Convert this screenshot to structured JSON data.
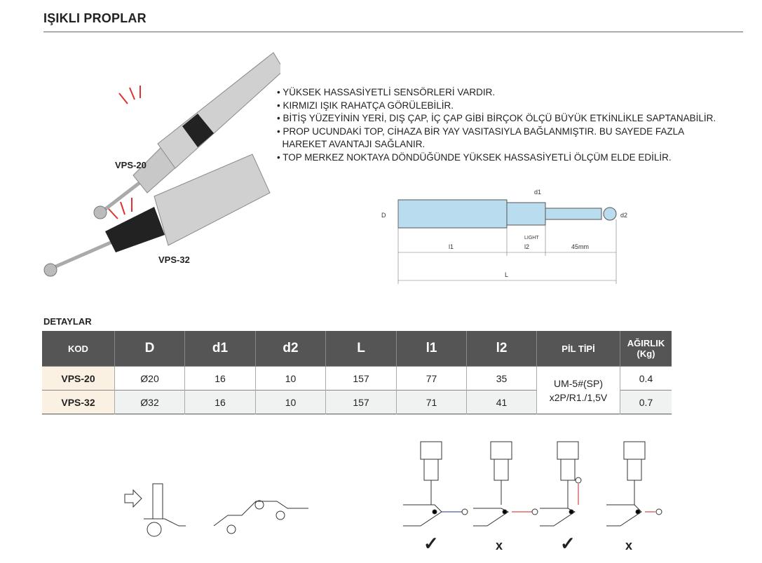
{
  "title": "IŞIKLI PROPLAR",
  "products": [
    {
      "label": "VPS-20"
    },
    {
      "label": "VPS-32"
    }
  ],
  "features": [
    "• YÜKSEK HASSASİYETLİ SENSÖRLERİ VARDIR.",
    "• KIRMIZI IŞIK RAHATÇA GÖRÜLEBİLİR.",
    "• BİTİŞ YÜZEYİNİN YERİ, DIŞ ÇAP, İÇ ÇAP GİBİ BİRÇOK ÖLÇÜ BÜYÜK ETKİNLİKLE SAPTANABİLİR.",
    "• PROP UCUNDAKİ TOP, CİHAZA BİR YAY VASITASIYLA BAĞLANMIŞTIR. BU SAYEDE FAZLA",
    "  HAREKET AVANTAJI SAĞLANIR.",
    "• TOP MERKEZ NOKTAYA DÖNDÜĞÜNDE YÜKSEK HASSASİYETLİ ÖLÇÜM ELDE EDİLİR."
  ],
  "diagram": {
    "D": "D",
    "d1": "d1",
    "d2": "d2",
    "light": "LIGHT",
    "l1": "l1",
    "l2": "l2",
    "len45": "45mm",
    "L": "L"
  },
  "details_title": "DETAYLAR",
  "table": {
    "headers": [
      "KOD",
      "D",
      "d1",
      "d2",
      "L",
      "l1",
      "l2",
      "PİL TİPİ",
      "AĞIRLIK (Kg)"
    ],
    "rows": [
      [
        "VPS-20",
        "Ø20",
        "16",
        "10",
        "157",
        "77",
        "35",
        "0.4"
      ],
      [
        "VPS-32",
        "Ø32",
        "16",
        "10",
        "157",
        "71",
        "41",
        "0.7"
      ]
    ],
    "battery": "UM-5#(SP) x2P/R1./1,5V"
  },
  "usage_marks": [
    "✓",
    "x",
    "✓",
    "x"
  ]
}
